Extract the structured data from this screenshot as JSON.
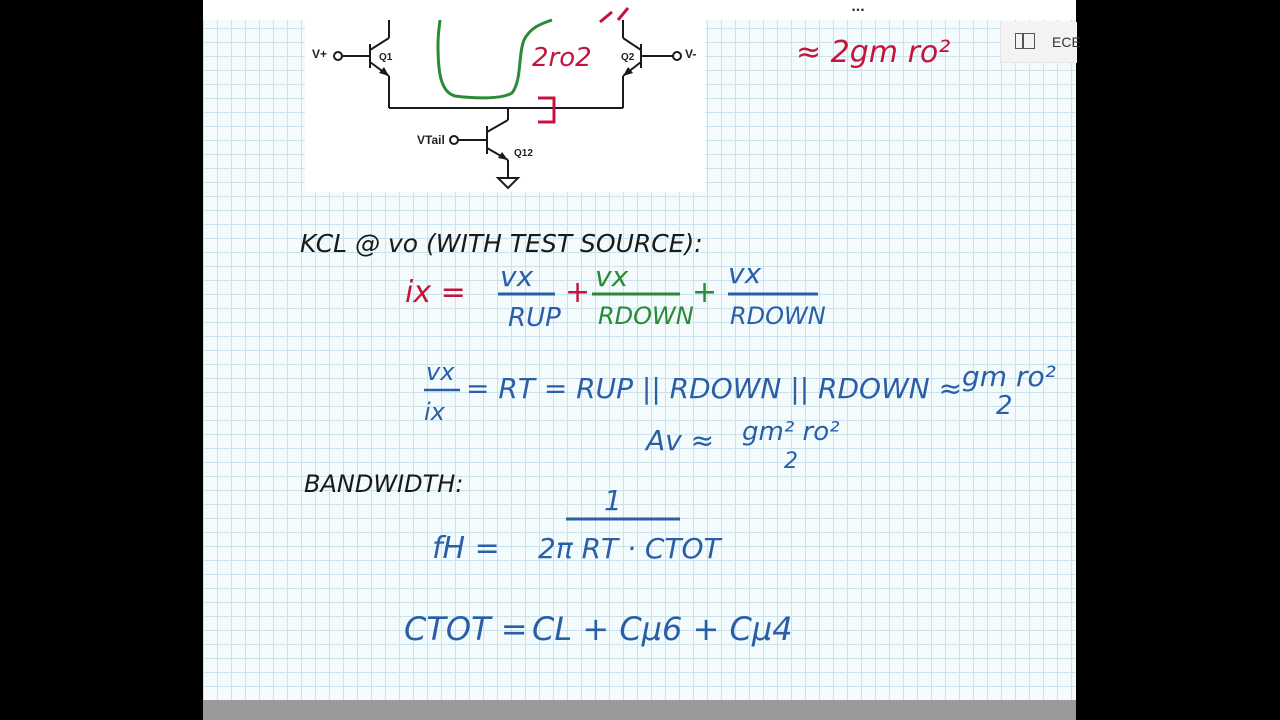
{
  "app": {
    "more_button": "...",
    "side_tab_label": "ECE"
  },
  "circuit": {
    "labels": {
      "v_plus": "V+",
      "v_minus": "V-",
      "q1": "Q1",
      "q2": "Q2",
      "v_tail": "VTail",
      "q12": "Q12"
    }
  },
  "notes": {
    "colors": {
      "black": "#1a1a1a",
      "red": "#c4143c",
      "green": "#2a8a36",
      "blue": "#2a5fa8"
    },
    "annotations": {
      "r_out_top": "2ro2",
      "approx_top": "≈ 2gm ro²"
    },
    "kcl_heading": "KCL @ vo (WITH TEST SOURCE):",
    "kcl_equation": {
      "lhs": "ix =",
      "term1_num": "vx",
      "term1_den": "RUP",
      "plus1": "+",
      "term2_num": "vx",
      "term2_den": "RDOWN",
      "plus2": "+",
      "term3_num": "vx",
      "term3_den": "RDOWN"
    },
    "rt_equation": {
      "lhs_num": "vx",
      "lhs_den": "ix",
      "text": "= RT = RUP || RDOWN || RDOWN ≈",
      "rhs_num": "gm ro²",
      "rhs_den": "2"
    },
    "av_equation": {
      "lhs": "Av ≈",
      "num": "gm² ro²",
      "den": "2"
    },
    "bandwidth_heading": "BANDWIDTH:",
    "fh_equation": {
      "lhs": "fH =",
      "num": "1",
      "den": "2π RT · CTOT"
    },
    "ctot_equation": {
      "lhs": "CTOT =",
      "rhs": "CL + Cμ6 + Cμ4"
    }
  }
}
